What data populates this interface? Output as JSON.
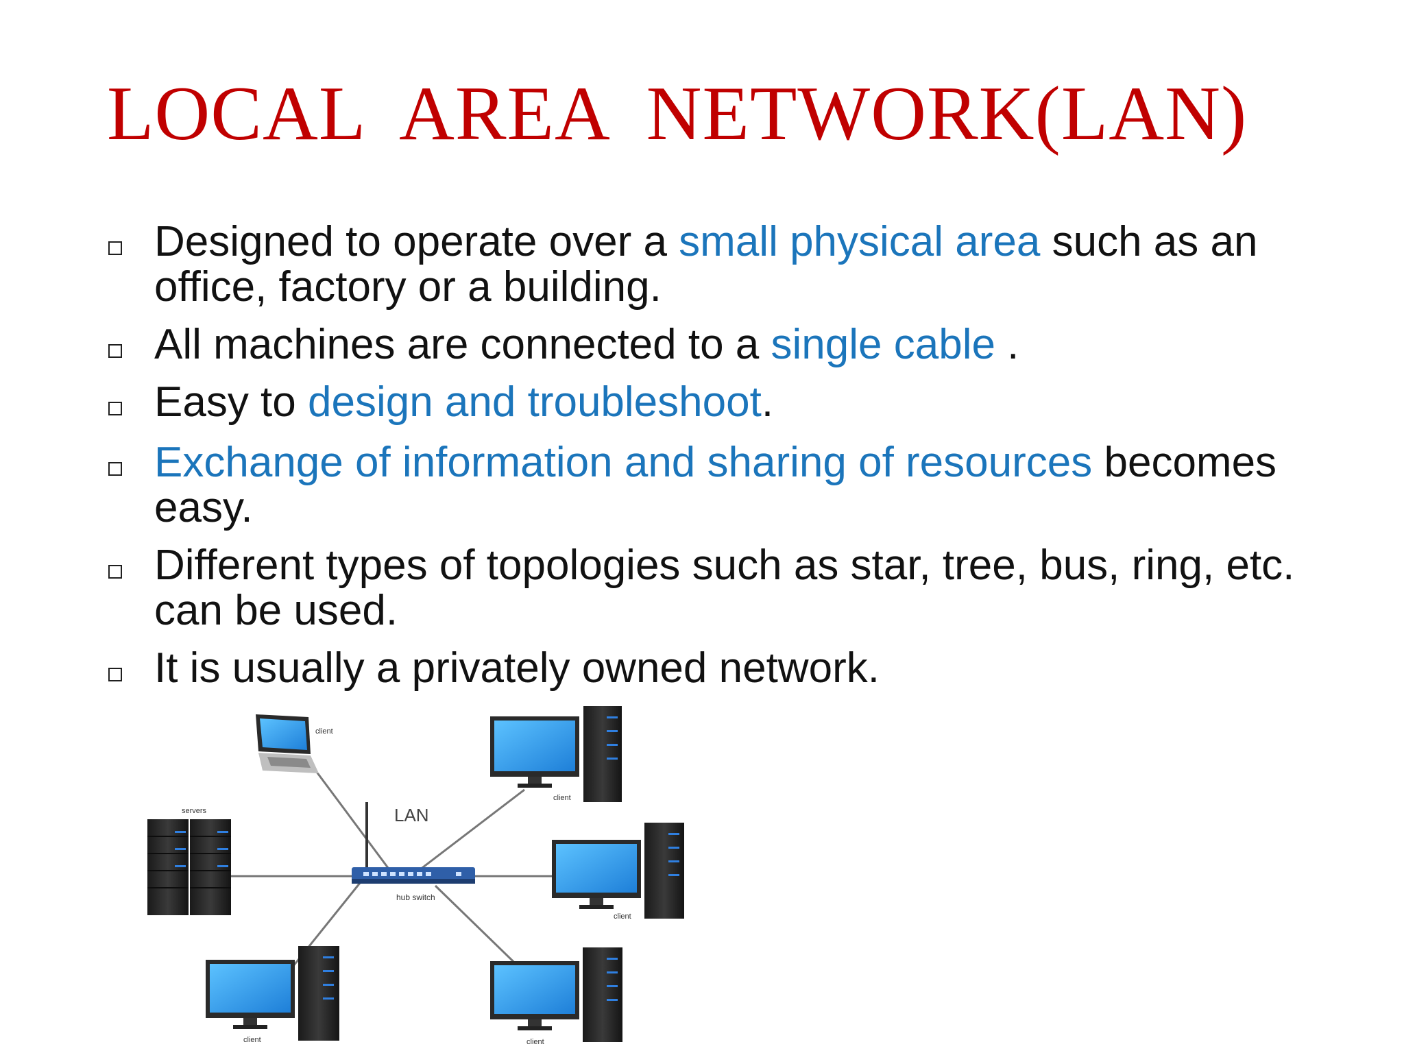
{
  "title": "LOCAL  AREA  NETWORK(LAN)",
  "bullets": [
    {
      "parts": [
        {
          "t": "Designed to operate  over a ",
          "hl": false
        },
        {
          "t": "small physical area",
          "hl": true
        },
        {
          "t": " such as an office, factory or a building.",
          "hl": false
        }
      ]
    },
    {
      "parts": [
        {
          "t": "All machines are connected to a ",
          "hl": false
        },
        {
          "t": "single  cable",
          "hl": true
        },
        {
          "t": " .",
          "hl": false
        }
      ]
    },
    {
      "parts": [
        {
          "t": "Easy to ",
          "hl": false
        },
        {
          "t": "design and troubleshoot",
          "hl": true
        },
        {
          "t": ".",
          "hl": false
        }
      ]
    },
    {
      "parts": [
        {
          "t": "Exchange of information and sharing of resources",
          "hl": true
        },
        {
          "t": " becomes easy.",
          "hl": false
        }
      ]
    },
    {
      "parts": [
        {
          "t": "Different types of topologies such as star, tree,  bus, ring, etc. can be used.",
          "hl": false
        }
      ]
    },
    {
      "parts": [
        {
          "t": "It is usually a privately owned network.",
          "hl": false
        }
      ]
    }
  ],
  "diagram": {
    "center_label": "LAN",
    "hub_label": "hub switch",
    "servers_label": "servers",
    "client_label": "client"
  },
  "colors": {
    "title": "#c00000",
    "highlight": "#1b75bb",
    "text": "#111111"
  }
}
